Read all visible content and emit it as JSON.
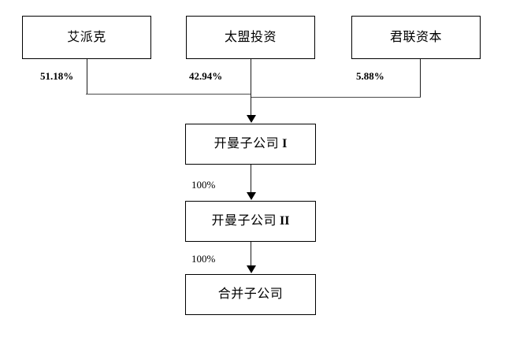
{
  "diagram": {
    "title": "",
    "type": "org-ownership-chart",
    "colors": {
      "box_border": "#000000",
      "connector": "#1a1a1a",
      "connector_bar": "#4a4a4a",
      "background": "#ffffff",
      "text": "#000000"
    },
    "shareholders": [
      {
        "id": "aipike",
        "label": "艾派克",
        "stake": "51.18%"
      },
      {
        "id": "taimeng",
        "label": "太盟投资",
        "stake": "42.94%"
      },
      {
        "id": "junlian",
        "label": "君联资本",
        "stake": "5.88%"
      }
    ],
    "subsidiaries": [
      {
        "id": "cayman-1",
        "label": "开曼子公司",
        "suffix": "I",
        "stake_from_parent": "100%"
      },
      {
        "id": "cayman-2",
        "label": "开曼子公司",
        "suffix": "II",
        "stake_from_parent": "100%"
      },
      {
        "id": "merger",
        "label": "合并子公司",
        "suffix": "",
        "stake_from_parent": ""
      }
    ],
    "edge_labels": {
      "aipike_stake": "51.18%",
      "taimeng_stake": "42.94%",
      "junlian_stake": "5.88%",
      "cayman1_to_cayman2": "100%",
      "cayman2_to_merger": "100%"
    }
  }
}
